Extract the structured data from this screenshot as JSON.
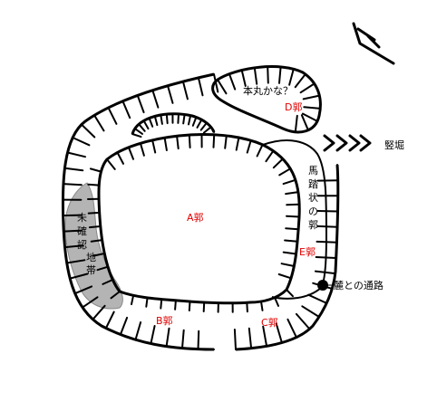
{
  "colors": {
    "line": "#000000",
    "enclosure_label": "#e00000",
    "unconfirmed_fill": "#b4b4b4",
    "background": "#ffffff"
  },
  "labels": {
    "a": "A郭",
    "b": "B郭",
    "c": "C郭",
    "d": "D郭",
    "e": "E郭",
    "honmaru": "本丸かな？",
    "tatebori": "竪堀",
    "fumoto": "麓との通路",
    "umabumi": [
      "馬",
      "踏",
      "状",
      "の",
      "郭"
    ],
    "mikakunin": [
      "未",
      "確",
      "認",
      "地",
      "帯"
    ]
  },
  "icons": {
    "north": "north-arrow-icon",
    "tatebori": "double-chevron-right-icon",
    "path_point": "filled-circle-icon"
  }
}
